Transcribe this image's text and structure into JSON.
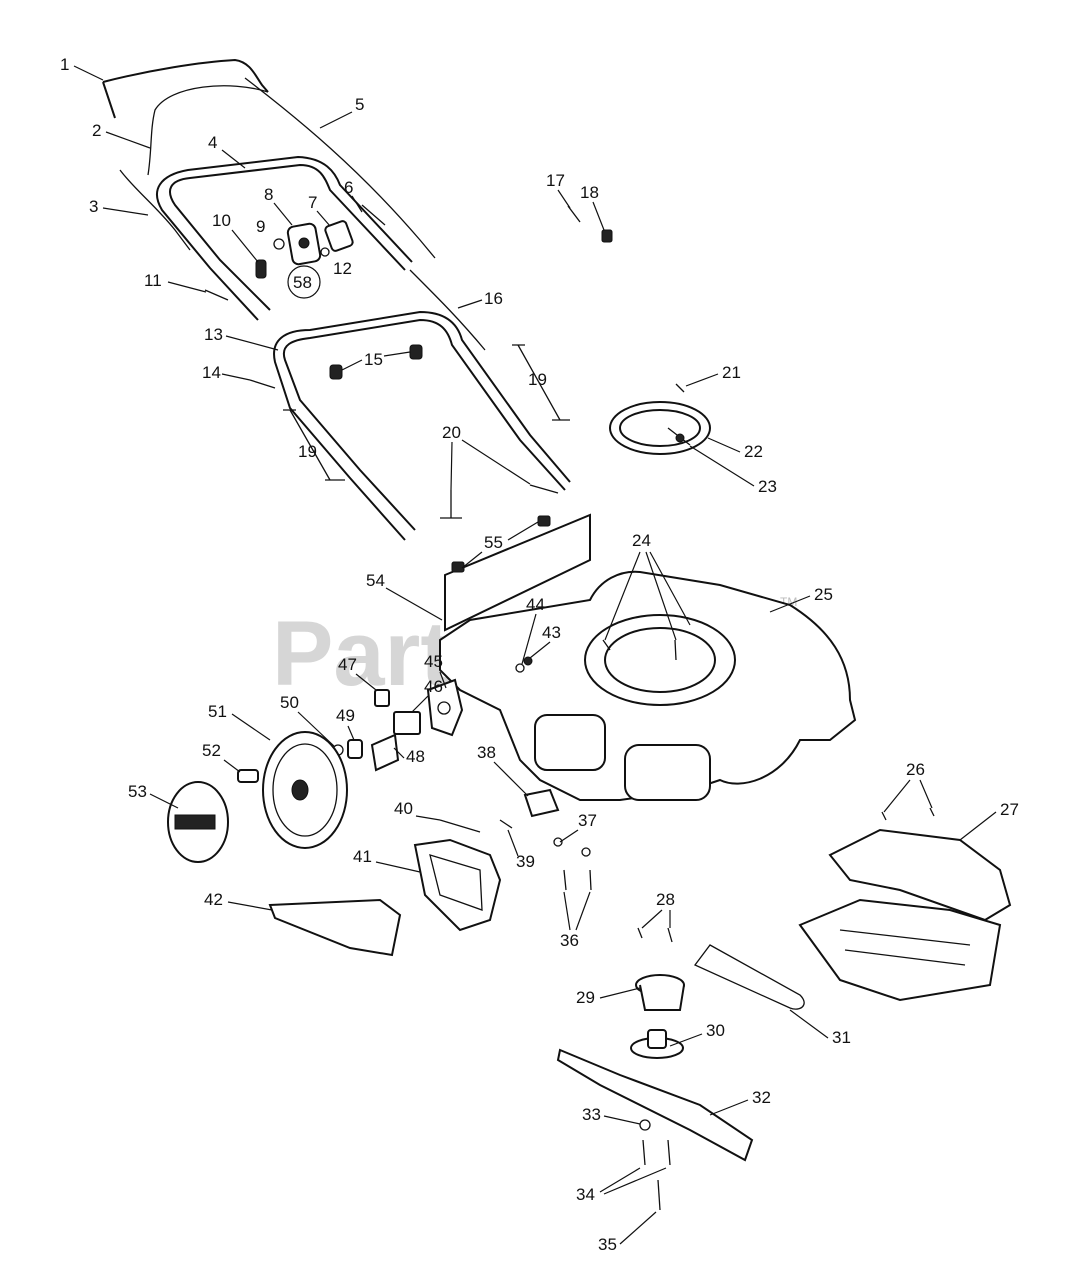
{
  "watermark": {
    "text": "PartsTree",
    "trademark": "TM"
  },
  "callouts": {
    "c1": "1",
    "c2": "2",
    "c3": "3",
    "c4": "4",
    "c5": "5",
    "c6": "6",
    "c7": "7",
    "c8": "8",
    "c9": "9",
    "c10": "10",
    "c11": "11",
    "c12": "12",
    "c13": "13",
    "c14": "14",
    "c15": "15",
    "c16": "16",
    "c17": "17",
    "c18": "18",
    "c19a": "19",
    "c19b": "19",
    "c20": "20",
    "c21": "21",
    "c22": "22",
    "c23": "23",
    "c24": "24",
    "c25": "25",
    "c26": "26",
    "c27": "27",
    "c28": "28",
    "c29": "29",
    "c30": "30",
    "c31": "31",
    "c32": "32",
    "c33": "33",
    "c34": "34",
    "c35": "35",
    "c36": "36",
    "c37": "37",
    "c38": "38",
    "c39": "39",
    "c40": "40",
    "c41": "41",
    "c42": "42",
    "c43": "43",
    "c44": "44",
    "c45": "45",
    "c46": "46",
    "c47": "47",
    "c48": "48",
    "c49": "49",
    "c50": "50",
    "c51": "51",
    "c52": "52",
    "c53": "53",
    "c54": "54",
    "c55": "55",
    "c58": "58"
  }
}
